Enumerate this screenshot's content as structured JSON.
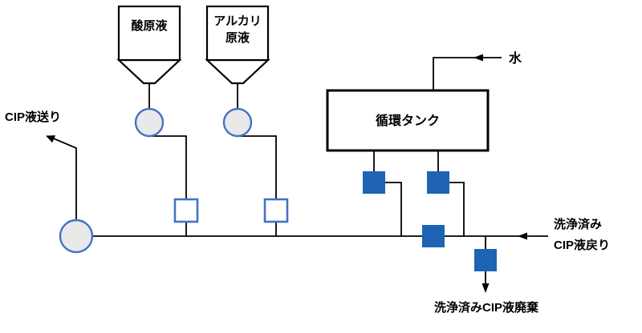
{
  "diagram": {
    "hoppers": [
      {
        "label": "酸原液"
      },
      {
        "label": "アルカリ\n原液"
      }
    ],
    "tank": {
      "label": "循環タンク"
    },
    "inlets": {
      "water_label": "水",
      "cip_return_label": "洗浄済み\nCIP液戻り"
    },
    "outlets": {
      "cip_send_label": "CIP液送り",
      "cip_waste_label": "洗浄済みCIP液廃棄"
    },
    "colors": {
      "valve_fill": "#1f63b5",
      "outline_blue": "#4472c4",
      "pump_fill": "#e9e9e9",
      "line": "#000000"
    }
  }
}
